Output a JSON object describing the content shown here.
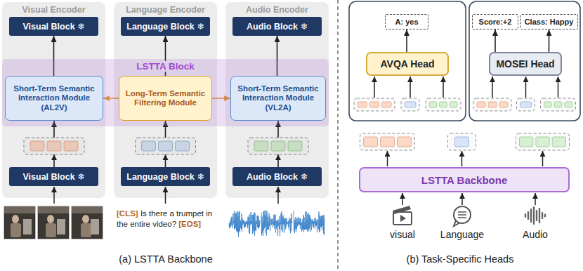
{
  "diagram": {
    "nodes": [
      {
        "text": [
          "Visual Encoder"
        ]
      },
      {
        "text": [
          "Language Encoder"
        ]
      },
      {
        "text": [
          "Audio Encoder"
        ]
      },
      {
        "text": [
          "Visual Block ❄"
        ],
        "in": 0
      },
      {
        "text": [
          "Language Block ❄"
        ],
        "in": 1
      },
      {
        "text": [
          "Audio Block ❄"
        ],
        "in": 2
      },
      {
        "text": [
          "LSTTA Block"
        ]
      },
      {
        "text": [
          "Short-Term Semantic Interaction Module (AL2V)"
        ],
        "in": 6
      },
      {
        "text": [
          "Long-Term Semantic Filtering Module"
        ],
        "in": 6
      },
      {
        "text": [
          "Short-Term Semantic Interaction Module (VL2A)"
        ],
        "in": 6
      },
      {
        "text": [
          "Visual Block ❄"
        ],
        "in": 0
      },
      {
        "text": [
          "Language Block ❄"
        ],
        "in": 1
      },
      {
        "text": [
          "Audio Block ❄"
        ],
        "in": 2
      },
      {
        "text": [
          "A: yes"
        ]
      },
      {
        "text": [
          "Score:+2"
        ]
      },
      {
        "text": [
          "Class: Happy"
        ]
      },
      {
        "text": [
          "AVQA Head"
        ]
      },
      {
        "text": [
          "MOSEI Head"
        ]
      },
      {
        "text": [
          "LSTTA Backbone"
        ]
      }
    ],
    "edges": [
      {
        "from": 10,
        "to": 7,
        "arrow": "to"
      },
      {
        "from": 11,
        "to": 8,
        "arrow": "to"
      },
      {
        "from": 12,
        "to": 9,
        "arrow": "to"
      },
      {
        "from": 7,
        "to": 3,
        "arrow": "to"
      },
      {
        "from": 8,
        "to": 4,
        "arrow": "to"
      },
      {
        "from": 9,
        "to": 5,
        "arrow": "to"
      },
      {
        "from": 8,
        "to": 7,
        "arrow": "to"
      },
      {
        "from": 8,
        "to": 9,
        "arrow": "to"
      },
      {
        "from": 16,
        "to": 13,
        "arrow": "to"
      },
      {
        "from": 17,
        "to": 14,
        "arrow": "to"
      },
      {
        "from": 17,
        "to": 15,
        "arrow": "to"
      }
    ],
    "labels": [
      "[CLS]",
      "Is there a trumpet in the entire video?",
      "[EOS]",
      "(a) LSTTA Backbone",
      "visual",
      "Language",
      "Audio",
      "(b) Task-Specific Heads"
    ]
  }
}
